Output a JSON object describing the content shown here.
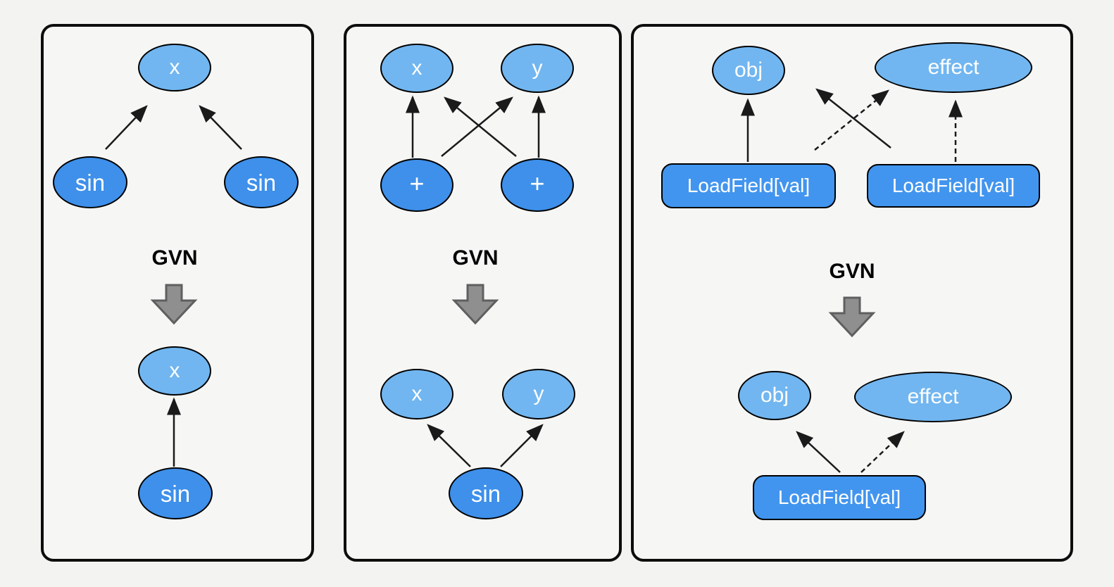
{
  "colors": {
    "page-bg": "#f3f3f1",
    "panel-bg": "#f6f6f5",
    "panel-border": "#0d0d0d",
    "node-light": "#71b6f0",
    "node-dark": "#3e90ea",
    "node-rect": "#4295ee",
    "node-border": "#000000",
    "node-text": "#ffffff",
    "edge": "#1a1a1a",
    "gvn-text": "#000000",
    "gvn-arrow-fill": "#8f8f8f",
    "gvn-arrow-border": "#5f5f5f"
  },
  "panels": [
    {
      "gvn_label": "GVN",
      "before": {
        "x_label": "x",
        "sin_left_label": "sin",
        "sin_right_label": "sin"
      },
      "after": {
        "x_label": "x",
        "sin_label": "sin"
      },
      "edges_before": [
        {
          "from": "sin_left",
          "to": "x",
          "style": "solid"
        },
        {
          "from": "sin_right",
          "to": "x",
          "style": "solid"
        }
      ],
      "edges_after": [
        {
          "from": "sin",
          "to": "x",
          "style": "solid"
        }
      ]
    },
    {
      "gvn_label": "GVN",
      "before": {
        "x_label": "x",
        "y_label": "y",
        "plus_left_label": "+",
        "plus_right_label": "+"
      },
      "after": {
        "x_label": "x",
        "y_label": "y",
        "sin_label": "sin"
      },
      "edges_before": [
        {
          "from": "plus_left",
          "to": "x",
          "style": "solid"
        },
        {
          "from": "plus_left",
          "to": "y",
          "style": "solid"
        },
        {
          "from": "plus_right",
          "to": "x",
          "style": "solid"
        },
        {
          "from": "plus_right",
          "to": "y",
          "style": "solid"
        }
      ],
      "edges_after": [
        {
          "from": "sin",
          "to": "x",
          "style": "solid"
        },
        {
          "from": "sin",
          "to": "y",
          "style": "solid"
        }
      ]
    },
    {
      "gvn_label": "GVN",
      "before": {
        "obj_label": "obj",
        "effect_label": "effect",
        "load_left_label": "LoadField[val]",
        "load_right_label": "LoadField[val]"
      },
      "after": {
        "obj_label": "obj",
        "effect_label": "effect",
        "load_label": "LoadField[val]"
      },
      "edges_before": [
        {
          "from": "load_left",
          "to": "obj",
          "style": "solid"
        },
        {
          "from": "load_left",
          "to": "effect",
          "style": "dashed"
        },
        {
          "from": "load_right",
          "to": "obj",
          "style": "solid"
        },
        {
          "from": "load_right",
          "to": "effect",
          "style": "dashed"
        }
      ],
      "edges_after": [
        {
          "from": "load",
          "to": "obj",
          "style": "solid"
        },
        {
          "from": "load",
          "to": "effect",
          "style": "dashed"
        }
      ]
    }
  ]
}
